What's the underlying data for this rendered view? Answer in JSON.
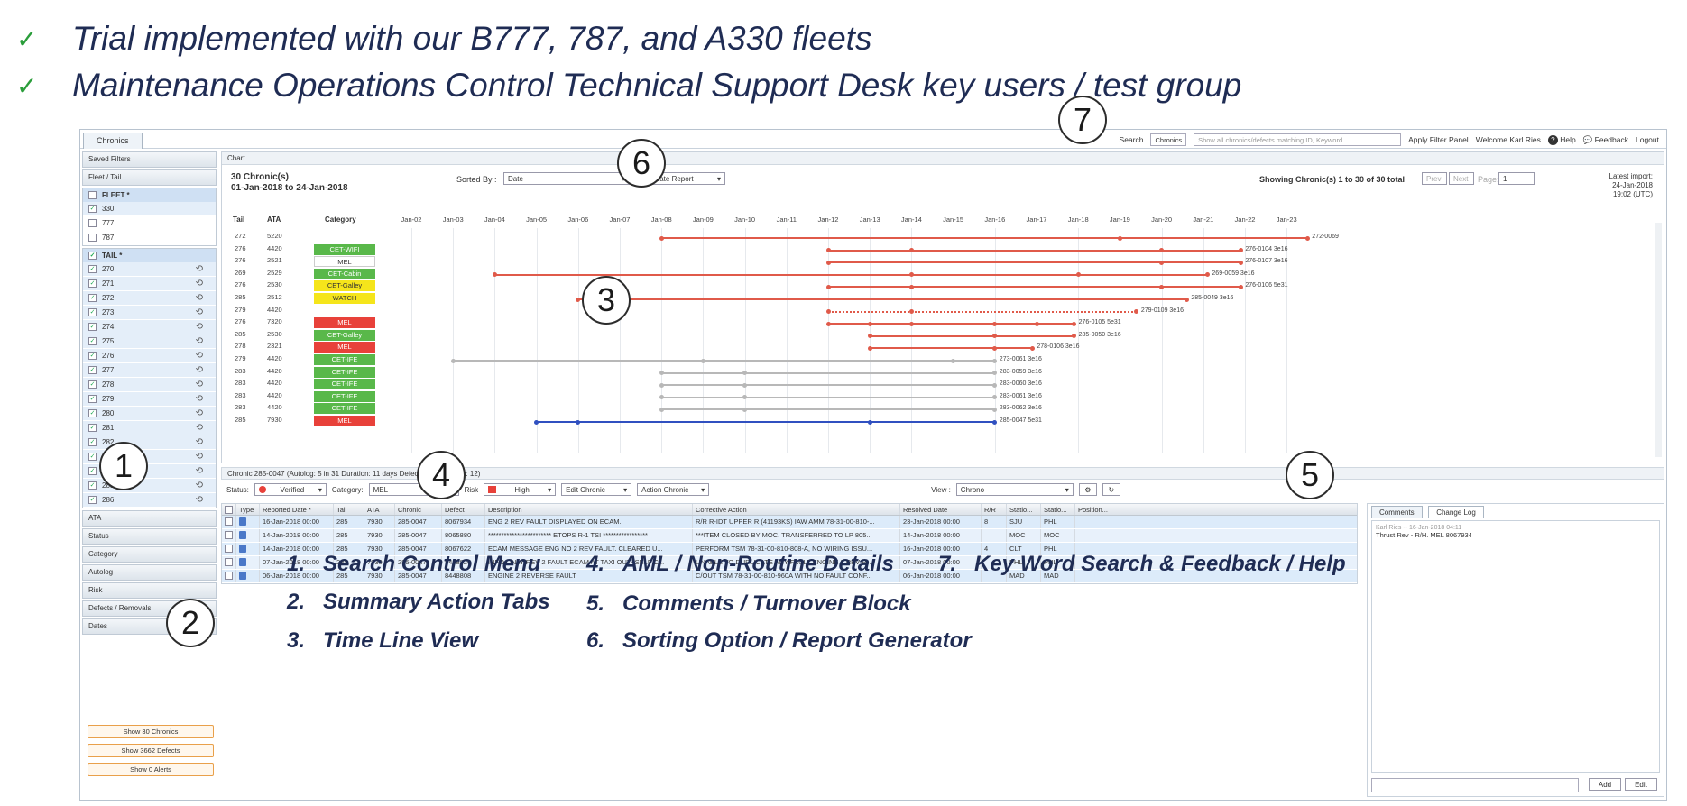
{
  "bullets": [
    {
      "check": "✓",
      "text": "Trial implemented with our B777, 787, and A330 fleets"
    },
    {
      "check": "✓",
      "text": "Maintenance Operations Control Technical Support Desk key users / test group"
    }
  ],
  "app": {
    "tab": "Chronics",
    "search_label": "Search",
    "search_select": "Chronics",
    "search_placeholder": "Show all chronics/defects matching ID, Keyword",
    "apply_filter": "Apply Filter Panel",
    "welcome": "Welcome Karl Ries",
    "help": "Help",
    "feedback": "Feedback",
    "logout": "Logout"
  },
  "left": {
    "saved_filters": "Saved Filters",
    "fleet_tail": "Fleet / Tail",
    "fleet_header": "FLEET *",
    "fleets": [
      "330",
      "777",
      "787"
    ],
    "tail_header": "TAIL *",
    "tails": [
      "270",
      "271",
      "272",
      "273",
      "274",
      "275",
      "276",
      "277",
      "278",
      "279",
      "280",
      "281",
      "282",
      "283",
      "284",
      "285",
      "286"
    ],
    "sections": [
      "ATA",
      "Status",
      "Category",
      "Autolog",
      "Risk",
      "Defects / Removals",
      "Dates"
    ],
    "buttons": [
      "Show 30 Chronics",
      "Show 3662 Defects",
      "Show 0 Alerts"
    ]
  },
  "chart": {
    "panel_title": "Chart",
    "count": "30 Chronic(s)",
    "range": "01-Jan-2018 to 24-Jan-2018",
    "sorted_by_label": "Sorted By :",
    "sorted_by": "Date",
    "report": "Generate Report",
    "showing": "Showing Chronic(s) 1 to 30 of 30 total",
    "prev": "Prev",
    "next": "Next",
    "page_label": "Page:",
    "page": "1",
    "latest_label": "Latest import:",
    "latest_date": "24-Jan-2018",
    "latest_time": "19:02 (UTC)",
    "col_tail": "Tail",
    "col_ata": "ATA",
    "col_category": "Category",
    "dates": [
      "Jan-02",
      "Jan-03",
      "Jan-04",
      "Jan-05",
      "Jan-06",
      "Jan-07",
      "Jan-08",
      "Jan-09",
      "Jan-10",
      "Jan-11",
      "Jan-12",
      "Jan-13",
      "Jan-14",
      "Jan-15",
      "Jan-16",
      "Jan-17",
      "Jan-18",
      "Jan-19",
      "Jan-20",
      "Jan-21",
      "Jan-22",
      "Jan-23"
    ],
    "rows": [
      {
        "tail": "272",
        "ata": "5220",
        "cat": "",
        "color": "",
        "line": "#e05a4a",
        "start": 7,
        "end": 22.5,
        "label": "272-0069",
        "dots": [
          7,
          18,
          22.5
        ],
        "dash": false
      },
      {
        "tail": "276",
        "ata": "4420",
        "cat": "CET-WIFI",
        "color": "#59b84a",
        "line": "#e05a4a",
        "start": 11,
        "end": 20.9,
        "label": "276-0104 3e16",
        "dots": [
          11,
          13,
          19,
          20.9
        ],
        "dash": false
      },
      {
        "tail": "276",
        "ata": "2521",
        "cat": "MEL",
        "color": "#ffffff",
        "line": "#e05a4a",
        "start": 11,
        "end": 20.9,
        "label": "276-0107 3e16",
        "dots": [
          11,
          19,
          20.9
        ],
        "dash": false
      },
      {
        "tail": "269",
        "ata": "2529",
        "cat": "CET-Cabin",
        "color": "#59b84a",
        "line": "#e05a4a",
        "start": 3,
        "end": 20.1,
        "label": "269-0059 3e16",
        "dots": [
          3,
          13,
          17,
          20.1
        ],
        "dash": false
      },
      {
        "tail": "276",
        "ata": "2530",
        "cat": "CET-Galley",
        "color": "#f5e51b",
        "line": "#e05a4a",
        "start": 11,
        "end": 20.9,
        "label": "276-0106 5e31",
        "dots": [
          11,
          13,
          19,
          20.9
        ],
        "dash": false
      },
      {
        "tail": "285",
        "ata": "2512",
        "cat": "WATCH",
        "color": "#f5e51b",
        "line": "#e05a4a",
        "start": 5,
        "end": 19.6,
        "label": "285-0049 3e16",
        "dots": [
          5,
          6,
          19.6
        ],
        "dash": false
      },
      {
        "tail": "279",
        "ata": "4420",
        "cat": "",
        "color": "",
        "line": "#e05a4a",
        "start": 11,
        "end": 18.4,
        "label": "279-0109 3e16",
        "dots": [
          11,
          13,
          18.4
        ],
        "dash": true
      },
      {
        "tail": "276",
        "ata": "7320",
        "cat": "MEL",
        "color": "#e8413a",
        "line": "#e05a4a",
        "start": 11,
        "end": 16.9,
        "label": "276-0105 5e31",
        "dots": [
          11,
          12,
          13,
          15,
          16,
          16.9
        ],
        "dash": false
      },
      {
        "tail": "285",
        "ata": "2530",
        "cat": "CET-Galley",
        "color": "#59b84a",
        "line": "#e05a4a",
        "start": 12,
        "end": 16.9,
        "label": "285-0050 3e16",
        "dots": [
          12,
          15,
          16.9
        ],
        "dash": false
      },
      {
        "tail": "278",
        "ata": "2321",
        "cat": "MEL",
        "color": "#e8413a",
        "line": "#e05a4a",
        "start": 12,
        "end": 15.9,
        "label": "278-0106 3e16",
        "dots": [
          12,
          15,
          15.9
        ],
        "dash": false
      },
      {
        "tail": "279",
        "ata": "4420",
        "cat": "CET-IFE",
        "color": "#59b84a",
        "line": "#b8b8b8",
        "start": 2,
        "end": 15,
        "label": "273-0061 3e16",
        "dots": [
          2,
          8,
          14,
          15
        ],
        "dash": false
      },
      {
        "tail": "283",
        "ata": "4420",
        "cat": "CET-IFE",
        "color": "#59b84a",
        "line": "#b8b8b8",
        "start": 7,
        "end": 15,
        "label": "283-0059 3e16",
        "dots": [
          7,
          9,
          15
        ],
        "dash": false
      },
      {
        "tail": "283",
        "ata": "4420",
        "cat": "CET-IFE",
        "color": "#59b84a",
        "line": "#b8b8b8",
        "start": 7,
        "end": 15,
        "label": "283-0060 3e16",
        "dots": [
          7,
          9,
          15
        ],
        "dash": false
      },
      {
        "tail": "283",
        "ata": "4420",
        "cat": "CET-IFE",
        "color": "#59b84a",
        "line": "#b8b8b8",
        "start": 7,
        "end": 15,
        "label": "283-0061 3e16",
        "dots": [
          7,
          9,
          15
        ],
        "dash": false
      },
      {
        "tail": "283",
        "ata": "4420",
        "cat": "CET-IFE",
        "color": "#59b84a",
        "line": "#b8b8b8",
        "start": 7,
        "end": 15,
        "label": "283-0062 3e16",
        "dots": [
          7,
          9,
          15
        ],
        "dash": false
      },
      {
        "tail": "285",
        "ata": "7930",
        "cat": "MEL",
        "color": "#e8413a",
        "line": "#3050c0",
        "start": 4,
        "end": 15,
        "label": "285-0047 5e31",
        "dots": [
          4,
          5,
          12,
          15
        ],
        "dash": false
      }
    ]
  },
  "detail": {
    "title": "Chronic 285-0047  (Autolog: 5 in 31   Duration: 11 days   Defects: 5   Removals: 12)",
    "status_label": "Status:",
    "status": "Verified",
    "category_label": "Category:",
    "category": "MEL",
    "risk_label": "Risk",
    "risk": "High",
    "edit": "Edit Chronic",
    "action": "Action Chronic",
    "view_label": "View :",
    "view": "Chrono",
    "columns": [
      "Type",
      "Reported Date *",
      "Tail",
      "ATA",
      "Chronic",
      "Defect",
      "Description",
      "Corrective Action",
      "Resolved Date",
      "R/R",
      "Statio...",
      "Statio...",
      "Position..."
    ],
    "rows": [
      [
        "16-Jan-2018 00:00",
        "285",
        "7930",
        "285-0047",
        "8067934",
        "ENG 2 REV FAULT DISPLAYED ON ECAM.",
        "R/R R-IDT UPPER R (41193KS) IAW AMM 78-31-00-810-...",
        "23-Jan-2018 00:00",
        "8",
        "SJU",
        "PHL",
        ""
      ],
      [
        "14-Jan-2018 00:00",
        "285",
        "7930",
        "285-0047",
        "8065880",
        "************************ ETOPS R-1 TSI *****************",
        "***ITEM CLOSED BY MOC. TRANSFERRED TO LP 805...",
        "14-Jan-2018 00:00",
        "",
        "MOC",
        "MOC",
        ""
      ],
      [
        "14-Jan-2018 00:00",
        "285",
        "7930",
        "285-0047",
        "8067622",
        "ECAM MESSAGE ENG NO 2 REV FAULT. CLEARED U...",
        "PERFORM TSM 78-31-00-810-808-A, NO WIRING ISSU...",
        "16-Jan-2018 00:00",
        "4",
        "CLT",
        "PHL",
        ""
      ],
      [
        "07-Jan-2018 00:00",
        "285",
        "7930",
        "285-0047",
        "8448826",
        "INFO ONLY REV 2 FAULT ECAM AT TAXI OUT- SELF C...",
        "UNABLE TO DUPLICATE ANY FAULT ENGINE 2 REV P...",
        "07-Jan-2018 00:00",
        "",
        "PHL",
        "PHL",
        ""
      ],
      [
        "06-Jan-2018 00:00",
        "285",
        "7930",
        "285-0047",
        "8448808",
        "ENGINE 2 REVERSE FAULT",
        "C/OUT TSM 78-31-00-810-960A WITH NO FAULT CONF...",
        "06-Jan-2018 00:00",
        "",
        "MAD",
        "MAD",
        ""
      ]
    ],
    "tabs": [
      "Comments",
      "Change Log"
    ],
    "comment_meta": "Karl Ries -- 16-Jan-2018 04:11",
    "comment_text": "Thrust Rev - R/H. MEL 8067934",
    "add": "Add",
    "edit_btn": "Edit"
  },
  "legend": [
    {
      "num": "1.",
      "text": "Search Control Menu"
    },
    {
      "num": "2.",
      "text": "Summary Action Tabs"
    },
    {
      "num": "3.",
      "text": "Time Line View"
    },
    {
      "num": "4.",
      "text": "AML / Non-Routine Details"
    },
    {
      "num": "5.",
      "text": "Comments / Turnover Block"
    },
    {
      "num": "6.",
      "text": "Sorting Option / Report Generator"
    },
    {
      "num": "7.",
      "text": "Key Word Search & Feedback / Help"
    }
  ],
  "callouts": [
    "1",
    "2",
    "3",
    "4",
    "5",
    "6",
    "7"
  ]
}
